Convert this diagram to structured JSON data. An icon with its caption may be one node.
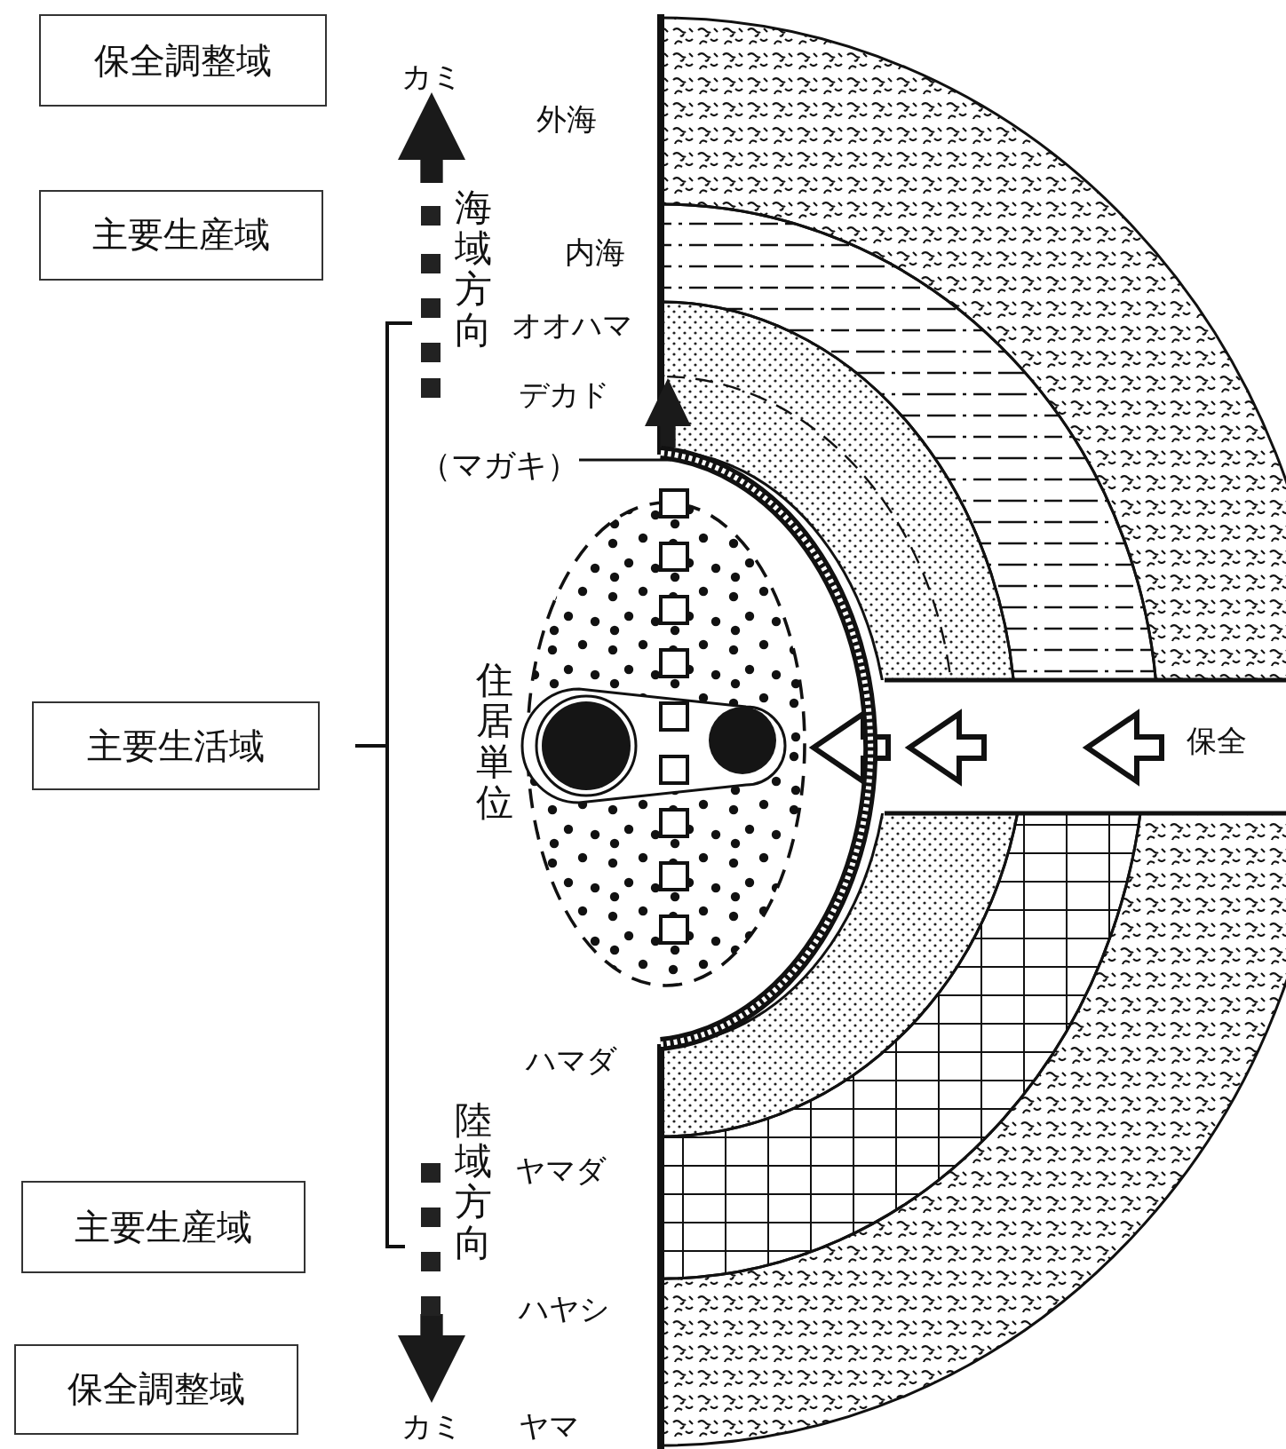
{
  "diagram": {
    "nodes": [
      {
        "text": [
          "保全調整域"
        ]
      },
      {
        "text": [
          "主要生産域"
        ]
      },
      {
        "text": [
          "主要生活域"
        ]
      },
      {
        "text": [
          "主要生産域"
        ]
      },
      {
        "text": [
          "保全調整域"
        ]
      },
      {
        "text": [
          "（マガキ）"
        ]
      },
      {
        "text": [],
        "shape": "bar"
      }
    ],
    "edges": [
      {
        "from": 5,
        "to": 6,
        "arrow": "none"
      }
    ],
    "labels": [
      "カミ",
      "外海",
      "海域方向",
      "内海",
      "オオハマ",
      "デカド",
      "住居単位",
      "保全",
      "ハマダ",
      "陸域方向",
      "ヤマダ",
      "ハヤシ",
      "カミ",
      "ヤマ"
    ]
  }
}
